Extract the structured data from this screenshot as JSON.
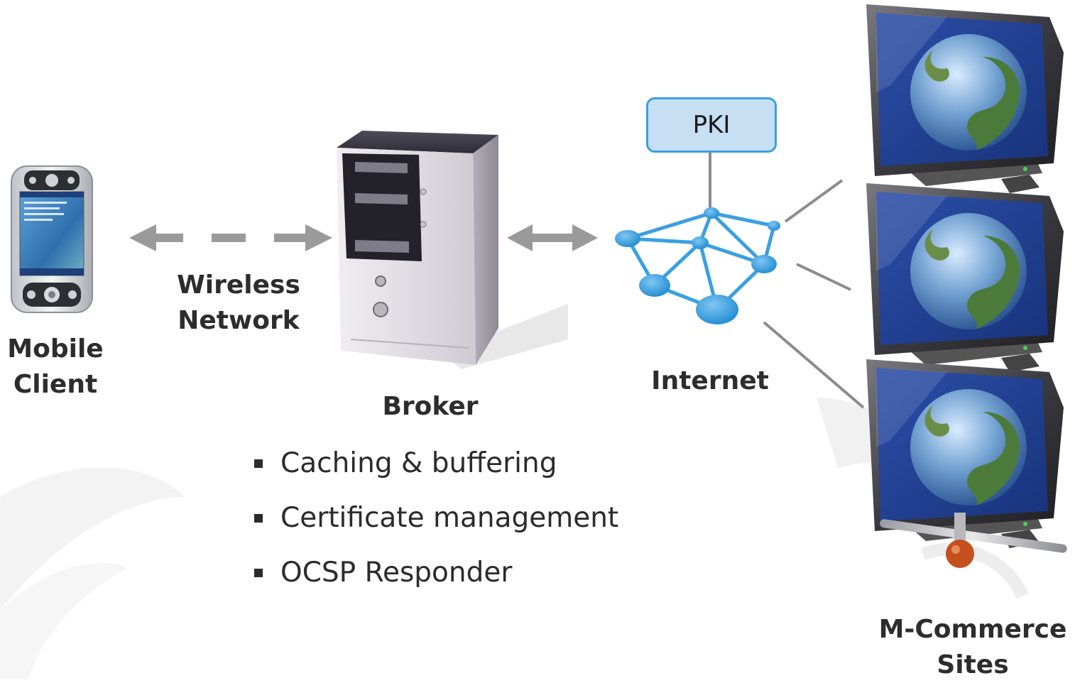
{
  "labels": {
    "mobile_client": "Mobile\nClient",
    "wireless_network": "Wireless\nNetwork",
    "broker": "Broker",
    "internet": "Internet",
    "pki": "PKI",
    "mcommerce_sites": "M-Commerce\nSites"
  },
  "broker_features": [
    "Caching & buffering",
    "Certificate management",
    "OCSP Responder"
  ],
  "colors": {
    "arrow": "#9a9a9a",
    "network_node": "#2f9ee0",
    "pki_fill": "#c6dff2",
    "pki_border": "#3aa0e0",
    "connector": "#8c8c8c"
  },
  "icons": [
    "pda-icon",
    "server-tower-icon",
    "network-graph-icon",
    "monitor-globe-icon"
  ]
}
